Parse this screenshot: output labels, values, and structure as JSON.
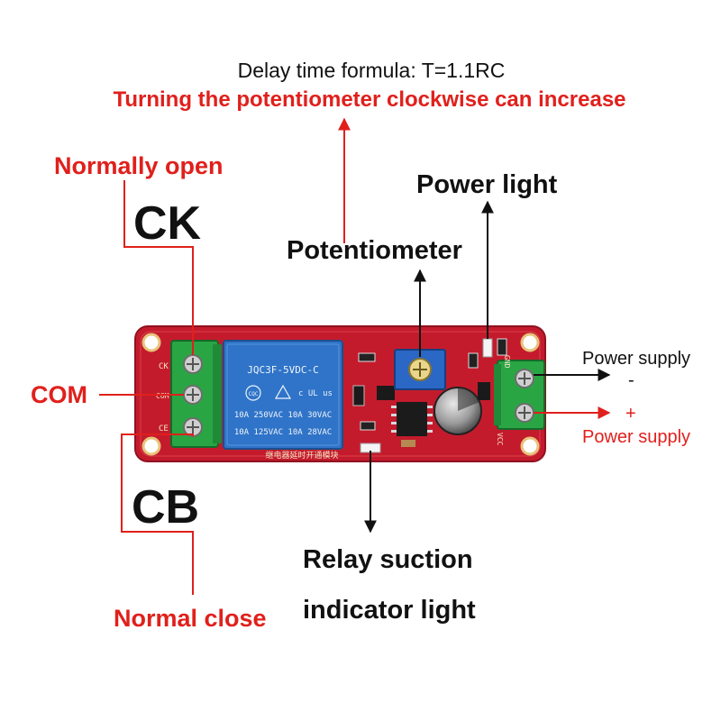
{
  "header": {
    "formula": "Delay time formula: T=1.1RC",
    "note": "Turning the potentiometer clockwise can increase"
  },
  "labels": {
    "normally_open": "Normally open",
    "ck": "CK",
    "com": "COM",
    "cb": "CB",
    "normal_close": "Normal close",
    "potentiometer": "Potentiometer",
    "power_light": "Power light",
    "relay_indicator_line1": "Relay suction",
    "relay_indicator_line2": "indicator light",
    "power_supply_minus": "Power supply",
    "minus_sign": "-",
    "plus_sign": "+",
    "power_supply_plus": "Power supply"
  },
  "board": {
    "relay_model": "JQC3F-5VDC-C",
    "relay_rating_1": "10A 250VAC  10A 30VAC",
    "relay_rating_2": "10A 125VAC  10A 28VAC",
    "relay_cqc": "CQC",
    "relay_ul": "c UL us",
    "silk_ck": "CK",
    "silk_com": "COM",
    "silk_ce": "CE",
    "silk_vcc": "VCC",
    "silk_gnd": "GND",
    "silk_bottom": "继电器延时开通模块"
  },
  "colors": {
    "pcb": "#c41b2c",
    "relay": "#2f74c8",
    "terminal": "#2aa544",
    "arrow_black": "#111111",
    "arrow_red": "#e0201c"
  }
}
